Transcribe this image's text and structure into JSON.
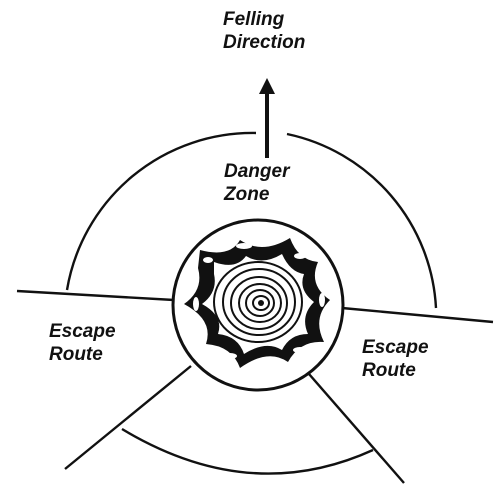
{
  "labels": {
    "felling_direction": {
      "line1": "Felling",
      "line2": "Direction"
    },
    "danger_zone": {
      "line1": "Danger",
      "line2": "Zone"
    },
    "escape_route_left": {
      "line1": "Escape",
      "line2": "Route"
    },
    "escape_route_right": {
      "line1": "Escape",
      "line2": "Route"
    }
  },
  "colors": {
    "ink": "#111111",
    "background": "#ffffff"
  }
}
